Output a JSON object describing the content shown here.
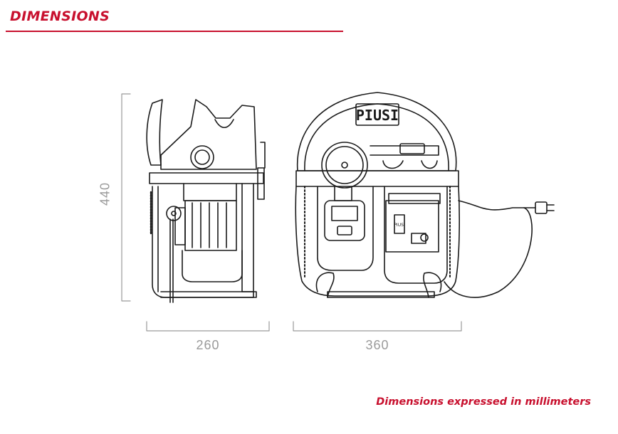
{
  "header": {
    "title": "DIMENSIONS"
  },
  "colors": {
    "accent": "#c8102e",
    "line": "#1a1a1a",
    "dimension": "#9a9a9a"
  },
  "dimensions": {
    "height": "440",
    "depth": "260",
    "width": "360"
  },
  "brand": {
    "logo": "PIUSI"
  },
  "footer": {
    "note": "Dimensions expressed in millimeters"
  }
}
